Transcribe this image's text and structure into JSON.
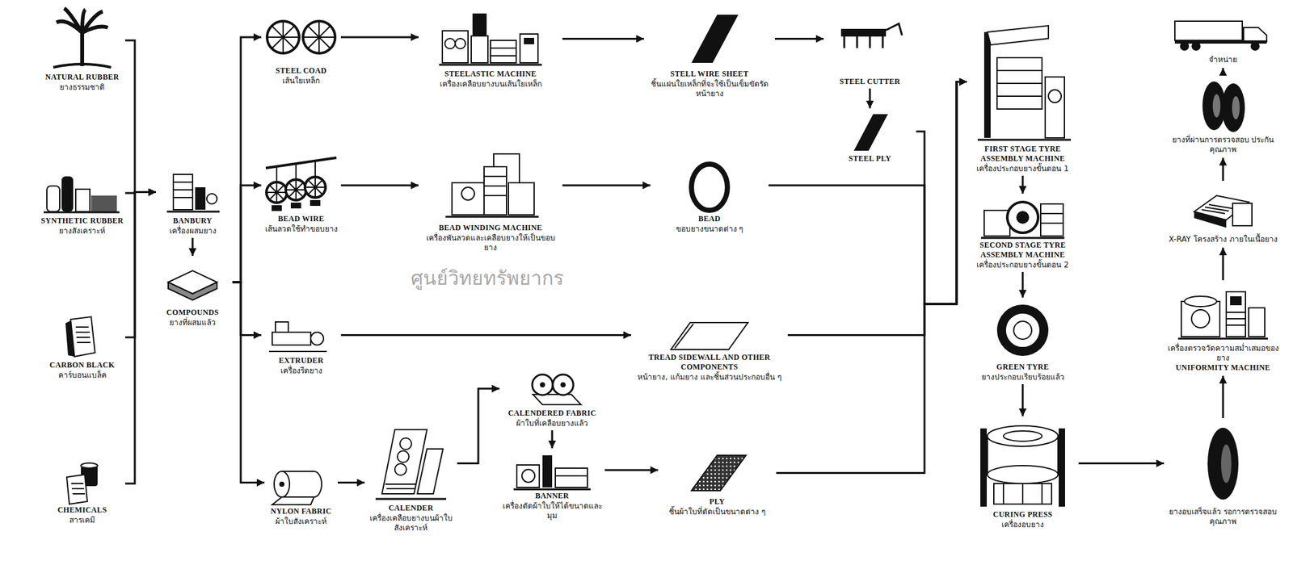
{
  "diagram": {
    "nodes": [
      {
        "text": [
          "NATURAL RUBBER",
          "ยางธรรมชาติ"
        ]
      },
      {
        "text": [
          "SYNTHETIC RUBBER",
          "ยางสังเคราะห์"
        ]
      },
      {
        "text": [
          "CARBON BLACK",
          "คาร์บอนแบล็ค"
        ]
      },
      {
        "text": [
          "CHEMICALS",
          "สารเคมี"
        ]
      },
      {
        "text": [
          "BANBURY",
          "เครื่องผสมยาง"
        ]
      },
      {
        "text": [
          "COMPOUNDS",
          "ยางที่ผสมแล้ว"
        ]
      },
      {
        "text": [
          "STEEL COAD",
          "เส้นใยเหล็ก"
        ]
      },
      {
        "text": [
          "STEELASTIC MACHINE",
          "เครื่องเคลือบยางบนเส้นใยเหล็ก"
        ]
      },
      {
        "text": [
          "STELL WIRE SHEET",
          "ชิ้นแผ่นใยเหล็กที่จะใช้เป็นเข็มขัดรัดหน้ายาง"
        ]
      },
      {
        "text": [
          "STEEL CUTTER"
        ]
      },
      {
        "text": [
          "STEEL PLY"
        ]
      },
      {
        "text": [
          "BEAD WIRE",
          "เส้นลวดใช้ทำขอบยาง"
        ]
      },
      {
        "text": [
          "BEAD WINDING MACHINE",
          "เครื่องพันลวดและเคลือบยางให้เป็นขอบยาง"
        ]
      },
      {
        "text": [
          "BEAD",
          "ขอบยางขนาดต่าง ๆ"
        ]
      },
      {
        "text": [
          "EXTRUDER",
          "เครื่องรีดยาง"
        ]
      },
      {
        "text": [
          "TREAD SIDEWALL AND OTHER COMPONENTS",
          "หน้ายาง, แก้มยาง และชิ้นส่วนประกอบอื่น ๆ"
        ]
      },
      {
        "text": [
          "NYLON FABRIC",
          "ผ้าใบสังเคราะห์"
        ]
      },
      {
        "text": [
          "CALENDER",
          "เครื่องเคลือบยางบนผ้าใบสังเคราะห์"
        ]
      },
      {
        "text": [
          "CALENDERED FABRIC",
          "ผ้าใบที่เคลือบยางแล้ว"
        ]
      },
      {
        "text": [
          "BANNER",
          "เครื่องตัดผ้าใบให้ได้ขนาดและมุม"
        ]
      },
      {
        "text": [
          "PLY",
          "ชิ้นผ้าใบที่ตัดเป็นขนาดต่าง ๆ"
        ]
      },
      {
        "text": [
          "FIRST STAGE TYRE ASSEMBLY MACHINE",
          "เครื่องประกอบยางขั้นตอน 1"
        ]
      },
      {
        "text": [
          "SECOND STAGE TYRE ASSEMBLY MACHINE",
          "เครื่องประกอบยางขั้นตอน 2"
        ]
      },
      {
        "text": [
          "GREEN TYRE",
          "ยางประกอบเรียบร้อยแล้ว"
        ]
      },
      {
        "text": [
          "CURING PRESS",
          "เครื่องอบยาง"
        ]
      },
      {
        "text": [
          "ยางอบเสร็จแล้ว รอการตรวจสอบคุณภาพ"
        ]
      },
      {
        "text": [
          "เครื่องตรวจวัดความสม่ำเสมอของยาง",
          "UNIFORMITY MACHINE"
        ]
      },
      {
        "text": [
          "X-RAY โครงสร้าง ภายในเนื้อยาง"
        ]
      },
      {
        "text": [
          "ยางที่ผ่านการตรวจสอบ ประกันคุณภาพ"
        ]
      },
      {
        "text": [
          "จำหน่าย"
        ]
      }
    ],
    "edges": [
      {
        "from": 0,
        "to": 4,
        "arrow": "to"
      },
      {
        "from": 1,
        "to": 4,
        "arrow": "to"
      },
      {
        "from": 2,
        "to": 4,
        "arrow": "to"
      },
      {
        "from": 3,
        "to": 4,
        "arrow": "to"
      },
      {
        "from": 4,
        "to": 5,
        "arrow": "to"
      },
      {
        "from": 5,
        "to": 6,
        "arrow": "to"
      },
      {
        "from": 5,
        "to": 11,
        "arrow": "to"
      },
      {
        "from": 5,
        "to": 14,
        "arrow": "to"
      },
      {
        "from": 5,
        "to": 16,
        "arrow": "to"
      },
      {
        "from": 6,
        "to": 7,
        "arrow": "to"
      },
      {
        "from": 7,
        "to": 8,
        "arrow": "to"
      },
      {
        "from": 8,
        "to": 9,
        "arrow": "to"
      },
      {
        "from": 9,
        "to": 10,
        "arrow": "to"
      },
      {
        "from": 11,
        "to": 12,
        "arrow": "to"
      },
      {
        "from": 12,
        "to": 13,
        "arrow": "to"
      },
      {
        "from": 14,
        "to": 15,
        "arrow": "to"
      },
      {
        "from": 16,
        "to": 17,
        "arrow": "to"
      },
      {
        "from": 17,
        "to": 18,
        "arrow": "to"
      },
      {
        "from": 18,
        "to": 19,
        "arrow": "to"
      },
      {
        "from": 19,
        "to": 20,
        "arrow": "to"
      },
      {
        "from": 10,
        "to": 21,
        "arrow": "to"
      },
      {
        "from": 13,
        "to": 21,
        "arrow": "to"
      },
      {
        "from": 15,
        "to": 21,
        "arrow": "to"
      },
      {
        "from": 20,
        "to": 21,
        "arrow": "to"
      },
      {
        "from": 21,
        "to": 22,
        "arrow": "to"
      },
      {
        "from": 22,
        "to": 23,
        "arrow": "to"
      },
      {
        "from": 23,
        "to": 24,
        "arrow": "to"
      },
      {
        "from": 24,
        "to": 25,
        "arrow": "to"
      },
      {
        "from": 25,
        "to": 26,
        "arrow": "to"
      },
      {
        "from": 26,
        "to": 27,
        "arrow": "to"
      },
      {
        "from": 27,
        "to": 28,
        "arrow": "to"
      },
      {
        "from": 28,
        "to": 29,
        "arrow": "to"
      }
    ],
    "labels": [
      "ศูนย์วิทยทรัพยากร"
    ]
  }
}
